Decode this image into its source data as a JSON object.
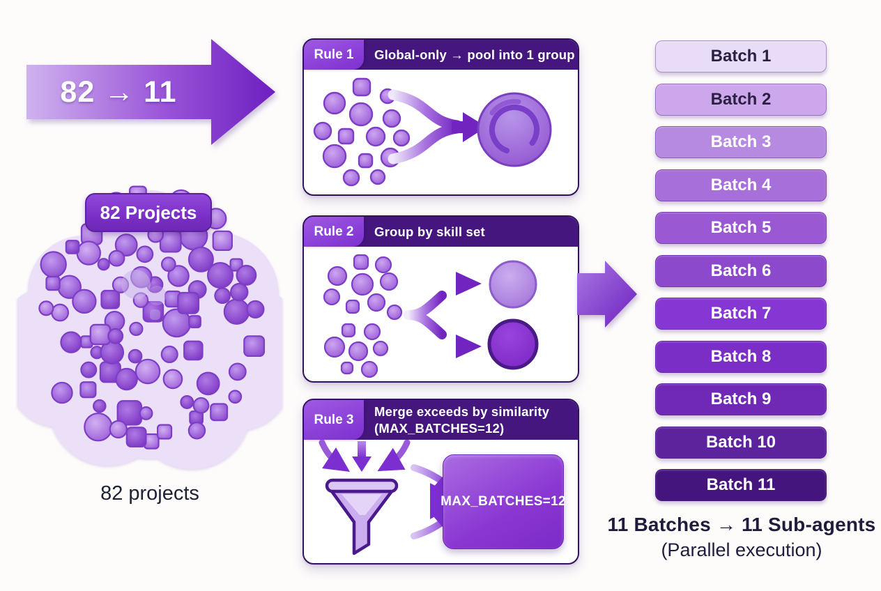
{
  "flow_arrow": {
    "label": "82 → 11"
  },
  "cluster": {
    "badge_label": "82 Projects",
    "caption": "82 projects",
    "shape_count": 82,
    "blob_color": "#ece0f9",
    "shape_stroke": "#7b3ec4"
  },
  "rules": [
    {
      "badge": "Rule 1",
      "title": "Global-only → pool into 1 group",
      "icon": "pool-into-one-illustration"
    },
    {
      "badge": "Rule 2",
      "title": "Group by skill set",
      "icon": "split-into-groups-illustration"
    },
    {
      "badge": "Rule 3",
      "title_line1": "Merge exceeds by similarity",
      "title_line2": "(MAX_BATCHES=12)",
      "icon": "funnel-illustration",
      "box_label": "MAX_BATCHES=12"
    }
  ],
  "batches": {
    "items": [
      {
        "label": "Batch 1",
        "bg": "#e9dcf8",
        "fg": "#2a2142"
      },
      {
        "label": "Batch 2",
        "bg": "#cda7ec",
        "fg": "#2a2142"
      },
      {
        "label": "Batch 3",
        "bg": "#b78ae2",
        "fg": "#ffffff"
      },
      {
        "label": "Batch 4",
        "bg": "#a76fd9",
        "fg": "#ffffff"
      },
      {
        "label": "Batch 5",
        "bg": "#9a58d2",
        "fg": "#ffffff"
      },
      {
        "label": "Batch 6",
        "bg": "#8c49cb",
        "fg": "#ffffff"
      },
      {
        "label": "Batch 7",
        "bg": "#8637d3",
        "fg": "#ffffff"
      },
      {
        "label": "Batch 8",
        "bg": "#7b2ec5",
        "fg": "#ffffff"
      },
      {
        "label": "Batch 9",
        "bg": "#6f29b4",
        "fg": "#ffffff"
      },
      {
        "label": "Batch 10",
        "bg": "#5d239c",
        "fg": "#ffffff"
      },
      {
        "label": "Batch 11",
        "bg": "#44157c",
        "fg": "#ffffff"
      }
    ]
  },
  "result": {
    "line1": "11 Batches → 11 Sub-agents",
    "line2": "(Parallel execution)"
  },
  "colors": {
    "accent_dark": "#45177e",
    "accent": "#7c2fd0",
    "accent_light": "#c9a6ec",
    "text_dark": "#201c3c"
  }
}
